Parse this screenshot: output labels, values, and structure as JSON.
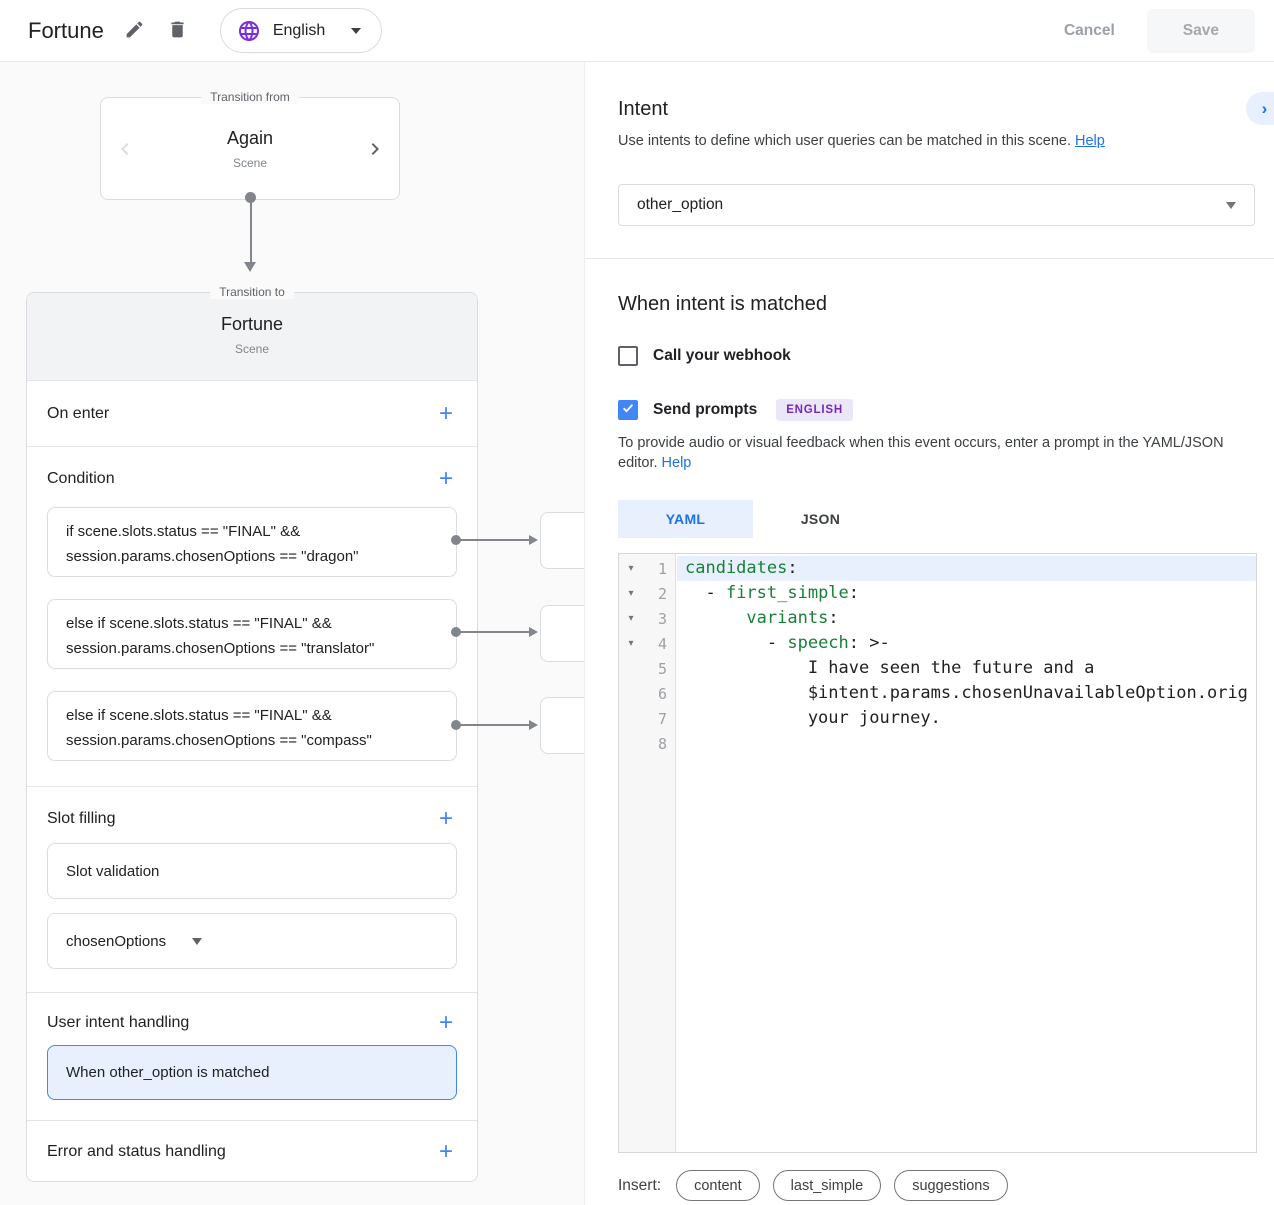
{
  "topbar": {
    "title": "Fortune",
    "language": "English",
    "cancel_label": "Cancel",
    "save_label": "Save"
  },
  "canvas": {
    "transition_from": {
      "legend": "Transition from",
      "name": "Again",
      "type": "Scene"
    },
    "transition_to": {
      "legend": "Transition to",
      "name": "Fortune",
      "type": "Scene"
    },
    "section_labels": {
      "on_enter": "On enter",
      "condition": "Condition",
      "slot_filling": "Slot filling",
      "user_intent_handling": "User intent handling",
      "error_handling": "Error and status handling"
    },
    "conditions": [
      {
        "line1": "if scene.slots.status == \"FINAL\" &&",
        "line2": "session.params.chosenOptions == \"dragon\""
      },
      {
        "line1": "else if scene.slots.status == \"FINAL\" &&",
        "line2": "session.params.chosenOptions == \"translator\""
      },
      {
        "line1": "else if scene.slots.status == \"FINAL\" &&",
        "line2": "session.params.chosenOptions == \"compass\""
      }
    ],
    "slot_items": [
      {
        "label": "Slot validation",
        "caret": false
      },
      {
        "label": "chosenOptions",
        "caret": true
      }
    ],
    "user_intent_items": [
      {
        "label": "When other_option is matched",
        "selected": true
      }
    ]
  },
  "intent_panel": {
    "title": "Intent",
    "description": "Use intents to define which user queries can be matched in this scene.",
    "help_label": "Help",
    "selected_intent": "other_option",
    "matched": {
      "title": "When intent is matched",
      "webhook_label": "Call your webhook",
      "webhook_checked": false,
      "prompts_label": "Send prompts",
      "prompts_checked": true,
      "language_badge": "ENGLISH",
      "description": "To provide audio or visual feedback when this event occurs, enter a prompt in the YAML/JSON editor.",
      "help_label": "Help"
    },
    "editor": {
      "tabs": [
        "YAML",
        "JSON"
      ],
      "active_tab": "YAML",
      "code_lines": [
        {
          "n": 1,
          "fold": true,
          "hl": true,
          "seg": [
            [
              "k",
              "candidates"
            ],
            [
              "p",
              ":"
            ]
          ]
        },
        {
          "n": 2,
          "fold": true,
          "hl": false,
          "seg": [
            [
              "p",
              "  - "
            ],
            [
              "k",
              "first_simple"
            ],
            [
              "p",
              ":"
            ]
          ]
        },
        {
          "n": 3,
          "fold": true,
          "hl": false,
          "seg": [
            [
              "p",
              "      "
            ],
            [
              "k",
              "variants"
            ],
            [
              "p",
              ":"
            ]
          ]
        },
        {
          "n": 4,
          "fold": true,
          "hl": false,
          "seg": [
            [
              "p",
              "        - "
            ],
            [
              "k",
              "speech"
            ],
            [
              "p",
              ": >-"
            ]
          ]
        },
        {
          "n": 5,
          "fold": false,
          "hl": false,
          "seg": [
            [
              "p",
              "            I have seen the future and a"
            ]
          ]
        },
        {
          "n": 6,
          "fold": false,
          "hl": false,
          "seg": [
            [
              "p",
              "            $intent.params.chosenUnavailableOption.orig"
            ]
          ]
        },
        {
          "n": 7,
          "fold": false,
          "hl": false,
          "seg": [
            [
              "p",
              "            your journey."
            ]
          ]
        },
        {
          "n": 8,
          "fold": false,
          "hl": false,
          "seg": []
        }
      ]
    },
    "insert": {
      "label": "Insert:",
      "buttons": [
        "content",
        "last_simple",
        "suggestions"
      ]
    }
  },
  "colors": {
    "accent_blue": "#4285f4",
    "link_blue": "#1a73e8",
    "yaml_key_green": "#188038",
    "badge_purple": "#7627bb",
    "badge_bg": "#ece7f8",
    "selected_bg": "#e8f0fe",
    "globe_purple": "#7c2fd6"
  }
}
